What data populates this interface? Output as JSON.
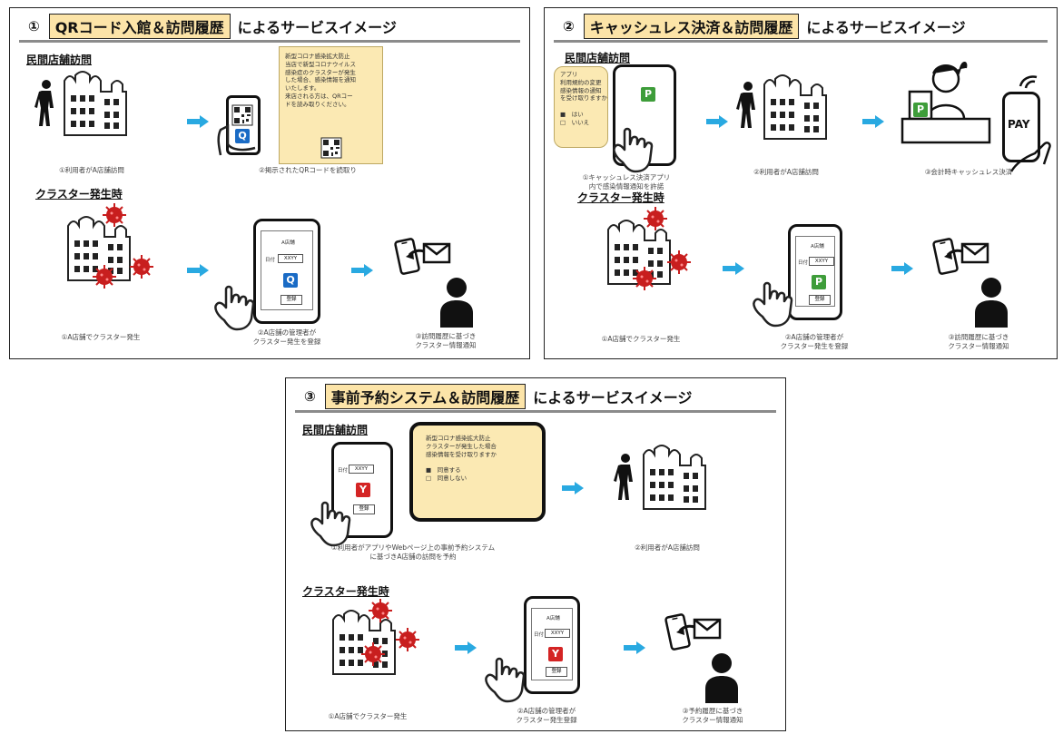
{
  "panels": [
    {
      "num": "①",
      "highlight": "QRコード入館＆訪問履歴",
      "tail": "によるサービスイメージ",
      "sec_visit": "民間店舗訪問",
      "sec_cluster": "クラスター発生時",
      "cap_visit_1": "①利用者がA店舗訪問",
      "cap_visit_2": "②掲示されたQRコードを読取り",
      "note_text": "新型コロナ感染拡大防止\n当店で新型コロナウイルス\n感染症のクラスターが発生\nした場合、感染情報を通知\nいたします。\n来店される方は、QRコー\nドを読み取りください。",
      "cap_c1": "①A店舗でクラスター発生",
      "cap_c2": "②A店舗の管理者が\nクラスター発生を登録",
      "cap_c3": "③訪問履歴に基づき\nクラスター情報通知",
      "badge": "Q",
      "phone_store": "A店舗",
      "phone_date": "XXYY",
      "phone_date_lbl": "日付",
      "phone_btn": "登録"
    },
    {
      "num": "②",
      "highlight": "キャッシュレス決済＆訪問履歴",
      "tail": "によるサービスイメージ",
      "sec_visit": "民間店舗訪問",
      "sec_cluster": "クラスター発生時",
      "bubble_text": "アプリ\n利用規約の変更\n感染情報の通知\nを受け取りますか\n\n■　はい\n□　いいえ",
      "cap_visit_1": "①キャッシュレス決済アプリ\n内で感染情報通知を許諾",
      "cap_visit_2": "②利用者がA店舗訪問",
      "cap_visit_3": "③会計時キャッシュレス決済",
      "pay_label": "PAY",
      "cap_c1": "①A店舗でクラスター発生",
      "cap_c2": "②A店舗の管理者が\nクラスター発生を登録",
      "cap_c3": "③訪問履歴に基づき\nクラスター情報通知",
      "badge": "P",
      "phone_store": "A店舗",
      "phone_date": "XXYY",
      "phone_date_lbl": "日付",
      "phone_btn": "登録"
    },
    {
      "num": "③",
      "highlight": "事前予約システム＆訪問履歴",
      "tail": "によるサービスイメージ",
      "sec_visit": "民間店舗訪問",
      "sec_cluster": "クラスター発生時",
      "popup_text": "新型コロナ感染拡大防止\nクラスターが発生した場合\n感染情報を受け取りますか\n\n■　同意する\n□　同意しない",
      "cap_visit_1": "①利用者がアプリやWebページ上の事前予約システム\nに基づきA店舗の訪問を予約",
      "cap_visit_2": "②利用者がA店舗訪問",
      "cap_c1": "①A店舗でクラスター発生",
      "cap_c2": "②A店舗の管理者が\nクラスター発生登録",
      "cap_c3": "③予約履歴に基づき\nクラスター情報通知",
      "badge": "Y",
      "phone_store": "A店舗",
      "phone_date": "XXYY",
      "phone_date_lbl": "日付",
      "phone_btn": "登録"
    }
  ],
  "colors": {
    "arrow": "#29a9e1",
    "virus": "#c81e1e",
    "note": "#fbe9b3",
    "header_hl": "#fce4a8"
  }
}
